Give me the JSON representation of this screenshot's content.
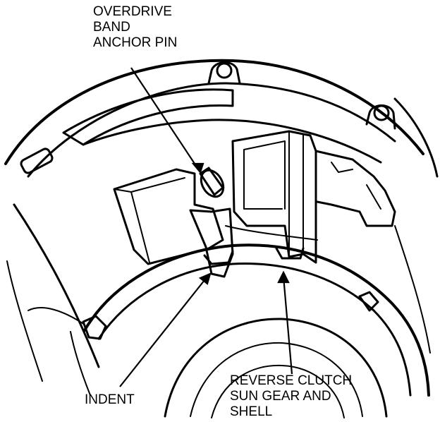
{
  "diagram": {
    "callouts": {
      "anchor_pin": [
        "OVERDRIVE",
        "BAND",
        "ANCHOR PIN"
      ],
      "indent": [
        "INDENT"
      ],
      "sun_gear": [
        "REVERSE CLUTCH",
        "SUN GEAR AND",
        "SHELL"
      ]
    },
    "colors": {
      "ink": "#000000",
      "paper": "#ffffff"
    }
  }
}
